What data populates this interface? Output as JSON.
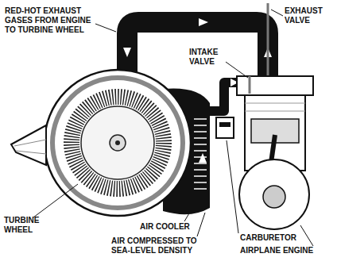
{
  "diagram": {
    "labels": [
      "RED-HOT EXHAUST GASES FROM ENGINE TO TURBINE WHEEL",
      "EXHAUST VALVE",
      "INTAKE VALVE",
      "TURBINE WHEEL",
      "AIR COOLER",
      "AIR COMPRESSED TO SEA-LEVEL DENSITY",
      "CARBURETOR",
      "AIRPLANE ENGINE"
    ]
  }
}
